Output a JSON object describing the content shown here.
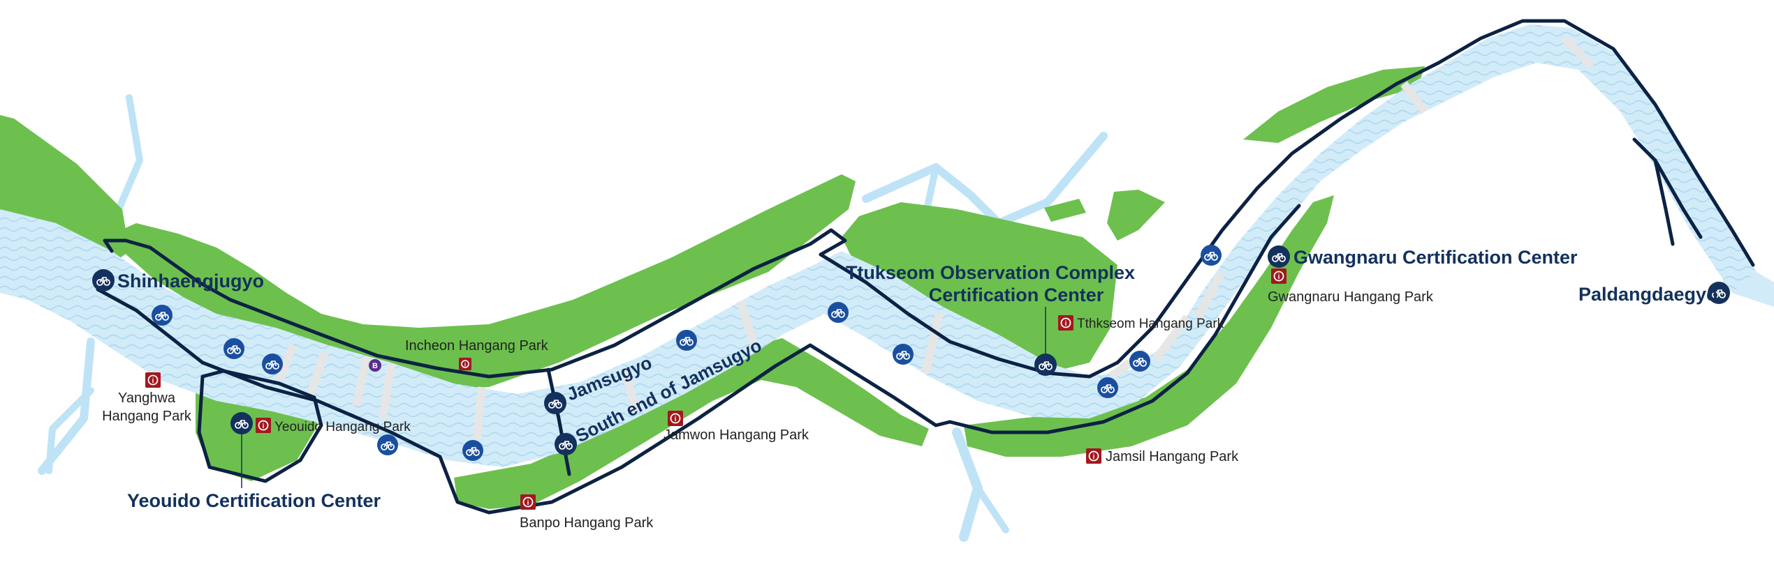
{
  "colors": {
    "river": "#d2ebf8",
    "river_wave": "#9fd2ee",
    "tributary": "#bfe3f6",
    "park_green": "#6dc04e",
    "route": "#0c2244",
    "bridge": "#e6e6e6",
    "bike_marker": "#1a4fa0",
    "cert_marker": "#13315c",
    "info_marker": "#a3171e",
    "label_dark": "#13315c",
    "label_park": "#222222",
    "b_badge": "#5b2d8a"
  },
  "icons": {
    "bike": "bicycle-icon",
    "info": "info-icon",
    "badge": "letter-badge-icon"
  },
  "certification_centers": [
    {
      "id": "shinhaengjugyo",
      "label": "Shinhaengjugyo"
    },
    {
      "id": "yeouido",
      "label": "Yeouido Certification Center"
    },
    {
      "id": "jamsugyo",
      "label": "Jamsugyo"
    },
    {
      "id": "south_jamsugyo",
      "label": "South end of Jamsugyo"
    },
    {
      "id": "ttukseom",
      "label_line1": "Ttukseom Observation Complex",
      "label_line2": "Certification Center"
    },
    {
      "id": "gwangnaru",
      "label": "Gwangnaru Certification Center"
    },
    {
      "id": "paldang",
      "label": "Paldangdaegyo"
    }
  ],
  "parks": [
    {
      "id": "yanghwa",
      "label_line1": "Yanghwa",
      "label_line2": "Hangang Park"
    },
    {
      "id": "yeouido",
      "label": "Yeouido Hangang Park"
    },
    {
      "id": "incheon",
      "label": "Incheon Hangang Park"
    },
    {
      "id": "banpo",
      "label": "Banpo Hangang Park"
    },
    {
      "id": "jamwon",
      "label": "Jamwon Hangang Park"
    },
    {
      "id": "ttukseom",
      "label": "Tthkseom Hangang Park"
    },
    {
      "id": "jamsil",
      "label": "Jamsil Hangang Park"
    },
    {
      "id": "gwangnaru",
      "label": "Gwangnaru Hangang Park"
    }
  ],
  "badge": {
    "letter": "B"
  }
}
